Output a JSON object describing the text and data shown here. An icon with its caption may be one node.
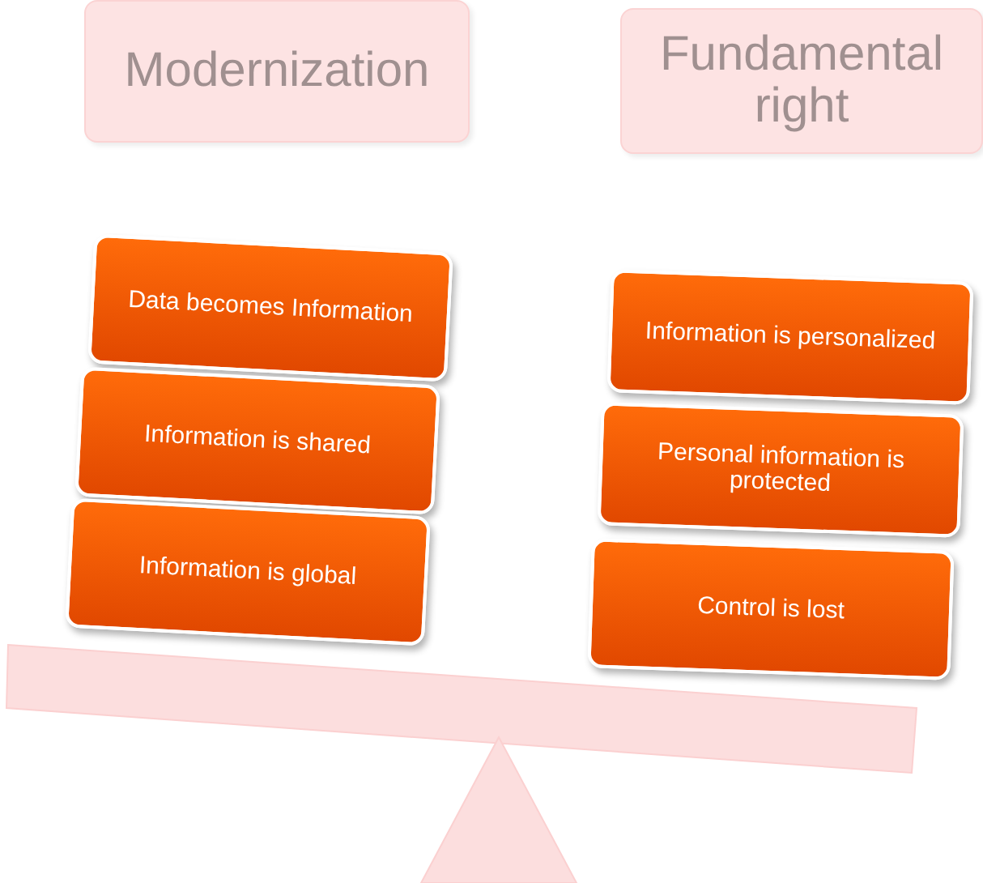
{
  "diagram": {
    "nodes": [
      {
        "text": [
          "Modernization"
        ]
      },
      {
        "text": [
          "Fundamental right"
        ]
      },
      {
        "text": [
          "Data becomes Information"
        ]
      },
      {
        "text": [
          "Information is shared"
        ]
      },
      {
        "text": [
          "Information is global"
        ]
      },
      {
        "text": [
          "Information is personalized"
        ]
      },
      {
        "text": [
          "Personal information is protected"
        ]
      },
      {
        "text": [
          "Control is lost"
        ]
      }
    ]
  }
}
